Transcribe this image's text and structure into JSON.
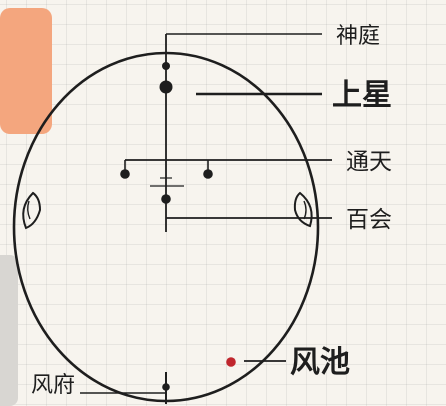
{
  "diagram": {
    "labels": {
      "shenting": "神庭",
      "shangxing": "上星",
      "tongtian": "通天",
      "baihui": "百会",
      "fengchi": "风池",
      "fengfu": "风府"
    },
    "colors": {
      "ink": "#1e1e1e",
      "accent_point": "#c0262d",
      "panel_orange": "#f4a67e",
      "panel_gray": "#d8d6d2",
      "grid_background": "#f7f4ee"
    }
  }
}
